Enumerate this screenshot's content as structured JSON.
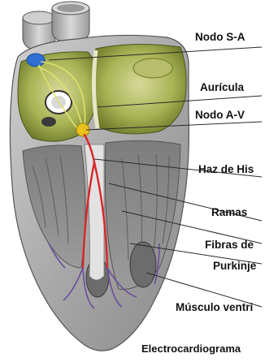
{
  "labels": {
    "nodo_sa": "Nodo S-A",
    "auricula": "Aurícula",
    "nodo_av": "Nodo A-V",
    "haz_de_his": "Haz de His",
    "ramas": "Ramas",
    "fibras_de": "Fibras de",
    "purkinje": "Purkinje",
    "musculo": "Músculo ventri"
  },
  "caption": "Electrocardiograma",
  "colors": {
    "heart_outer": "#b9b9b9",
    "heart_inner": "#8c8c8c",
    "atrium_green": "#9fae4a",
    "atrium_light": "#c9cf88",
    "node_yellow": "#e8c21a",
    "bundle_red": "#d8262a",
    "purkinje_violet": "#6a4c9c",
    "sa_node_blue": "#2e6fd1"
  }
}
